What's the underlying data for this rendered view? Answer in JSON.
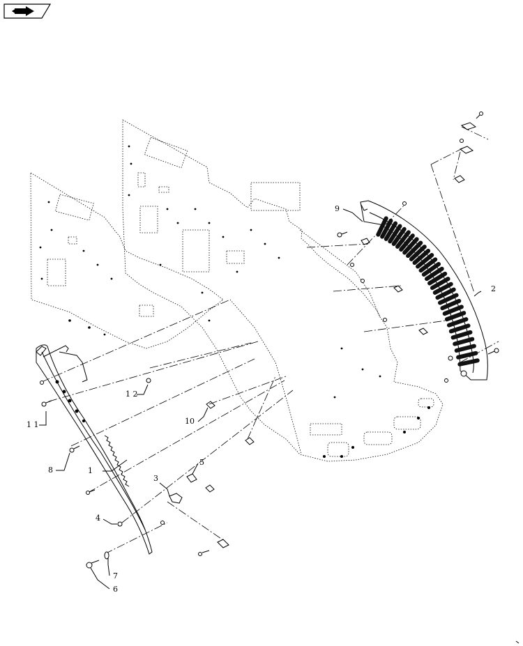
{
  "nav": {
    "icon": "next-page-arrow-icon"
  },
  "callouts": [
    {
      "id": "c1",
      "label": "1"
    },
    {
      "id": "c2",
      "label": "2"
    },
    {
      "id": "c3",
      "label": "3"
    },
    {
      "id": "c4",
      "label": "4"
    },
    {
      "id": "c5",
      "label": "5"
    },
    {
      "id": "c6",
      "label": "6"
    },
    {
      "id": "c7",
      "label": "7"
    },
    {
      "id": "c8",
      "label": "8"
    },
    {
      "id": "c9",
      "label": "9"
    },
    {
      "id": "c10",
      "label": "10"
    },
    {
      "id": "c11",
      "label": "1 1"
    },
    {
      "id": "c12",
      "label": "1 2"
    }
  ]
}
